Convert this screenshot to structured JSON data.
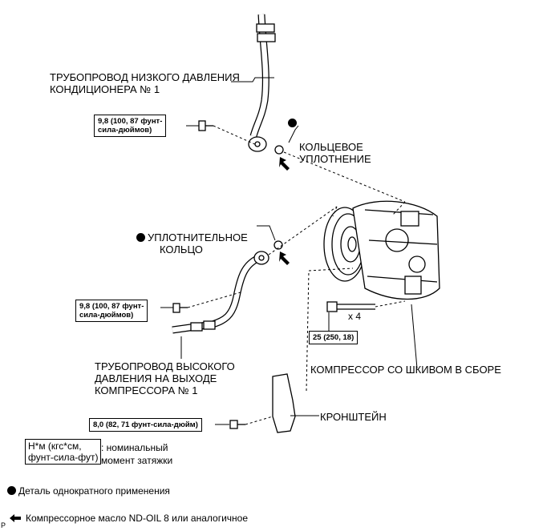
{
  "labels": {
    "low_pressure_pipe": "ТРУБОПРОВОД НИЗКОГО ДАВЛЕНИЯ\nКОНДИЦИОНЕРА № 1",
    "o_ring_1": "КОЛЬЦЕВОЕ\nУПЛОТНЕНИЕ",
    "o_ring_2_line1": "УПЛОТНИТЕЛЬНОЕ",
    "o_ring_2_line2": "КОЛЬЦО",
    "high_pressure_pipe": "ТРУБОПРОВОД ВЫСОКОГО\nДАВЛЕНИЯ НА ВЫХОДЕ\nКОМПРЕССОРА № 1",
    "compressor": "КОМПРЕССОР СО ШКИВОМ В СБОРЕ",
    "bracket": "КРОНШТЕЙН",
    "bolt_qty": "x 4"
  },
  "torques": {
    "t1": "9,8 (100, 87 фунт-\nсила-дюймов)",
    "t2": "9,8 (100, 87 фунт-\nсила-дюймов)",
    "t3": "25 (250, 18)",
    "t4": "8,0 (82, 71 фунт-сила-дюйм)"
  },
  "legend": {
    "unit_box": "Н*м (кгс*см,\nфунт-сила-фут)",
    "unit_desc": ": номинальный\nмомент затяжки",
    "single_use": "Деталь однократного применения",
    "oil": "Компрессорное масло ND-OIL 8 или аналогичное"
  },
  "corner_mark": "P"
}
